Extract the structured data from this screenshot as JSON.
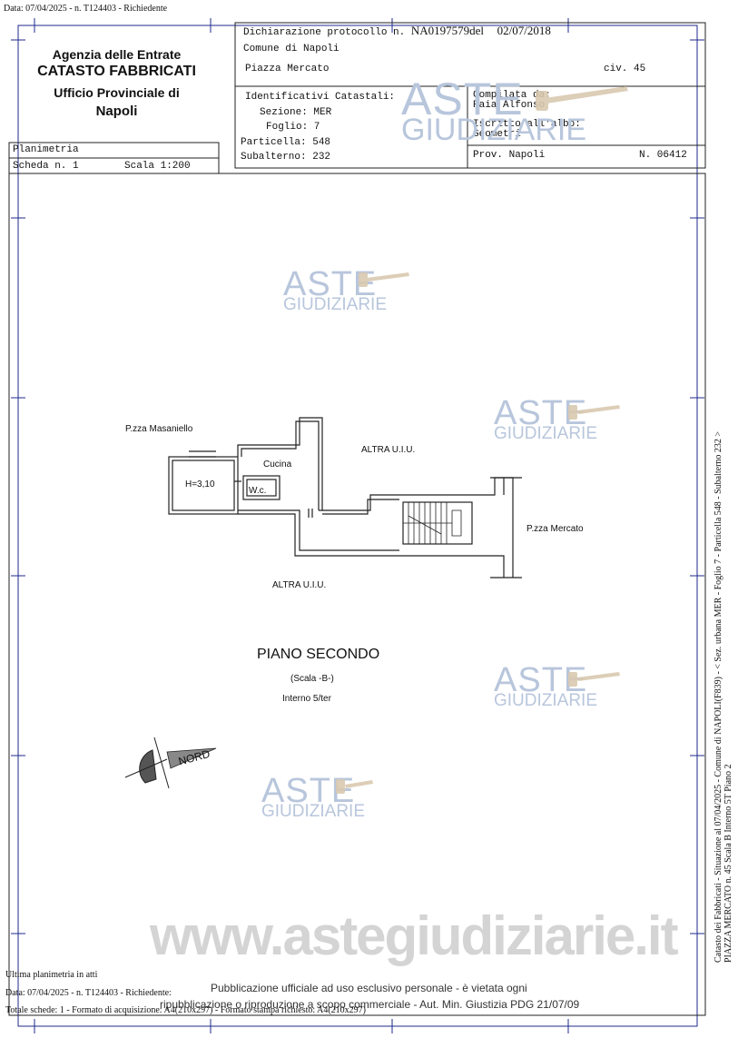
{
  "print_info": {
    "top": "Data: 07/04/2025 - n. T124403 - Richiedente",
    "last_plan": "Ultima planimetria in atti",
    "bottom_date": "Data: 07/04/2025 - n. T124403 - Richiedente:",
    "total_sheets": "Totale schede: 1 - Formato di acquisizione: A4(210x297) - Formato stampa richiesto: A4(210x297)"
  },
  "office": {
    "line1": "Agenzia delle Entrate",
    "line2": "CATASTO FABBRICATI",
    "line3": "Ufficio Provinciale di",
    "line4": "Napoli"
  },
  "declaration": {
    "prefix": "Dichiarazione protocollo n.",
    "number": "NA0197579",
    "del": "del",
    "date": "02/07/2018",
    "comune": "Comune di Napoli",
    "address": "Piazza Mercato",
    "civ": "civ. 45"
  },
  "identifiers": {
    "title": "Identificativi Catastali:",
    "sezione": "Sezione: MER",
    "foglio": "Foglio: 7",
    "particella": "Particella: 548",
    "subalterno": "Subalterno: 232"
  },
  "compiler": {
    "compilata_label": "Compilata da:",
    "name": "Raia Alfonso",
    "iscritto_label": "Iscritto all'albo:",
    "profession": "Geometri",
    "prov": "Prov. Napoli",
    "num": "N. 06412"
  },
  "sheet": {
    "planimetria": "Planimetria",
    "scheda": "Scheda n. 1",
    "scala": "Scala 1:200"
  },
  "plan": {
    "masaniello": "P.zza Masaniello",
    "altra_top": "ALTRA U.I.U.",
    "cucina": "Cucina",
    "height": "H=3,10",
    "wc": "W.c.",
    "mercato": "P.zza Mercato",
    "altra_bottom": "ALTRA U.I.U.",
    "floor": "PIANO SECONDO",
    "scala_b": "(Scala -B-)",
    "interno": "Interno 5/ter",
    "nord": "NORD"
  },
  "side_text": {
    "line1": "Catasto dei Fabbricati - Situazione al 07/04/2025 - Comune di NAPOLI(F839) - < Sez. urbana MER - Foglio 7 - Particella 548 - Subalterno 232 >",
    "line2": "PIAZZA MERCATO n. 45 Scala B Interno 5T Piano 2"
  },
  "watermark": {
    "site": "www.astegiudiziarie.it",
    "notice1": "Pubblicazione ufficiale ad uso esclusivo personale - è vietata ogni",
    "notice2": "ripubblicazione o riproduzione a scopo commerciale - Aut. Min. Giustizia PDG 21/07/09",
    "logo_top": "ASTE",
    "logo_bottom": "GIUDIZIARIE"
  },
  "colors": {
    "frame": "#1f2a8c",
    "ink": "#111111",
    "watermark_logo": "#b8c6dc",
    "watermark_site": "#d4d4d4"
  }
}
